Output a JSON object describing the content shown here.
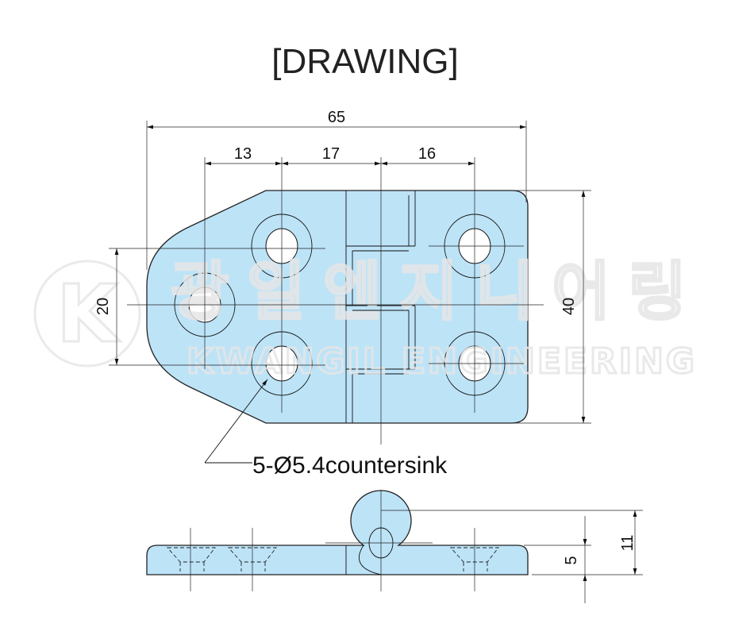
{
  "title": "[DRAWING]",
  "watermark": {
    "logo_letter": "K",
    "korean": "광일엔지니어링",
    "english": "KWANGIL ENGINEERING"
  },
  "dimensions": {
    "overall_width": "65",
    "spacing_1": "13",
    "spacing_2": "17",
    "spacing_3": "16",
    "hole_pitch_vertical": "20",
    "overall_height": "40",
    "thickness": "5",
    "total_height": "11"
  },
  "callout": "5-Ø5.4countersink",
  "colors": {
    "part_fill": "#bde3f7",
    "line": "#111111"
  }
}
